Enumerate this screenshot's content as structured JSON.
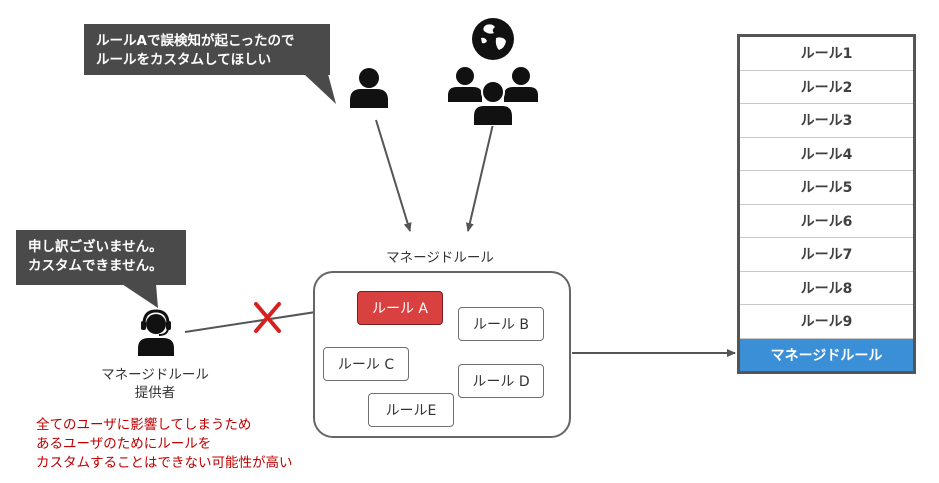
{
  "callouts": {
    "customer_request": [
      "ルールAで誤検知が起こったので",
      "ルールをカスタムしてほしい"
    ],
    "provider_reply": [
      "申し訳ございません。",
      "カスタムできません。"
    ]
  },
  "managed_group": {
    "title": "マネージドルール",
    "rules": {
      "a": "ルール A",
      "b": "ルール B",
      "c": "ルール C",
      "d": "ルール D",
      "e": "ルールE"
    }
  },
  "provider": {
    "label_line1": "マネージドルール",
    "label_line2": "提供者"
  },
  "warning_lines": [
    "全てのユーザに影響してしまうため",
    "あるユーザのためにルールを",
    "カスタムすることはできない可能性が高い"
  ],
  "rule_list": {
    "items": [
      "ルール1",
      "ルール2",
      "ルール3",
      "ルール4",
      "ルール5",
      "ルール6",
      "ルール7",
      "ルール8",
      "ルール9"
    ],
    "active_item": "マネージドルール"
  },
  "colors": {
    "highlight_rule": "#d94040",
    "active_list_item": "#3b8fd6",
    "reject_cross": "#d62020",
    "warning_text": "#c00000",
    "callout_bg": "#4a4a4a"
  },
  "icons": {
    "single_user": "user-icon",
    "user_group": "user-group-icon",
    "globe": "globe-icon",
    "support_agent": "headset-agent-icon",
    "reject": "cross-icon"
  }
}
